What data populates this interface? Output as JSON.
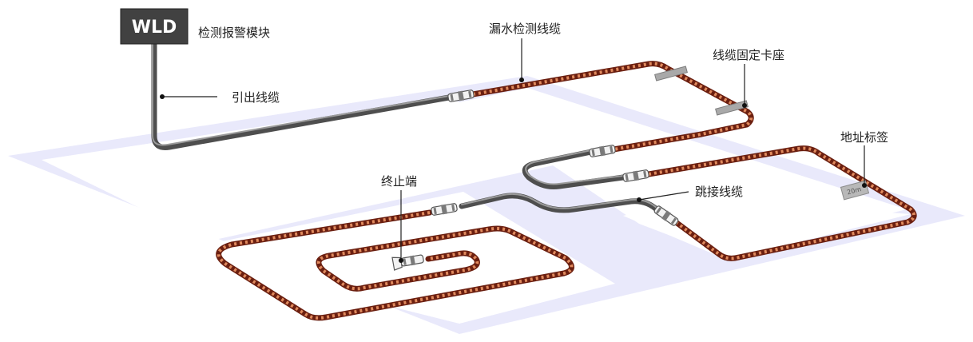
{
  "module": {
    "name": "WLD",
    "label": "检测报警模块"
  },
  "labels": {
    "lead_cable": "引出线缆",
    "sensing_cable": "漏水检测线缆",
    "cable_clip": "线缆固定卡座",
    "address_tag": "地址标签",
    "terminator": "终止端",
    "jumper_cable": "跳接线缆"
  },
  "address_tag_text": "20m",
  "colors": {
    "floor_outline": "#e9e9fb",
    "lead_cable": "#4e4e4e",
    "sensing_cable": "#6b1f10",
    "sensing_cable_twist": "#e08a5e",
    "module": "#414141"
  }
}
